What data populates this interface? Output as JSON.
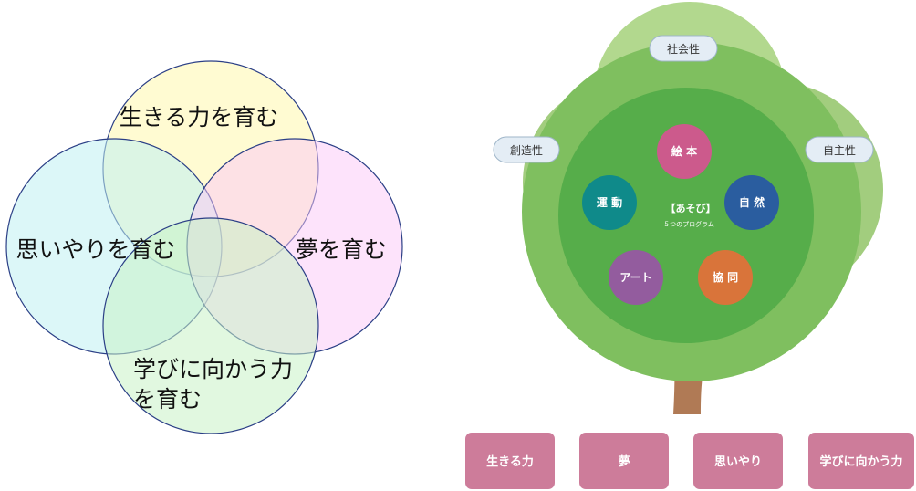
{
  "venn": {
    "top": "生きる力を育む",
    "left": "思いやりを育む",
    "right": "夢を育む",
    "bottom_line1": "学びに向かう力",
    "bottom_line2": "を育む"
  },
  "tree": {
    "badges": {
      "top": "社会性",
      "left": "創造性",
      "right": "自主性"
    },
    "center_title": "【あそび】",
    "center_subtitle": "５つのプログラム",
    "programs": {
      "picture_book": "絵 本",
      "exercise": "運 動",
      "nature": "自 然",
      "art": "アート",
      "cooperation": "協 同"
    },
    "colors": {
      "picture_book": "#cc5a8c",
      "exercise": "#0f8a8a",
      "nature": "#2a5d9f",
      "art": "#935c9e",
      "cooperation": "#d9743a"
    }
  },
  "roots": {
    "items": [
      "生きる力",
      "夢",
      "思いやり",
      "学びに向かう力"
    ],
    "color": "#cd7c9a"
  }
}
